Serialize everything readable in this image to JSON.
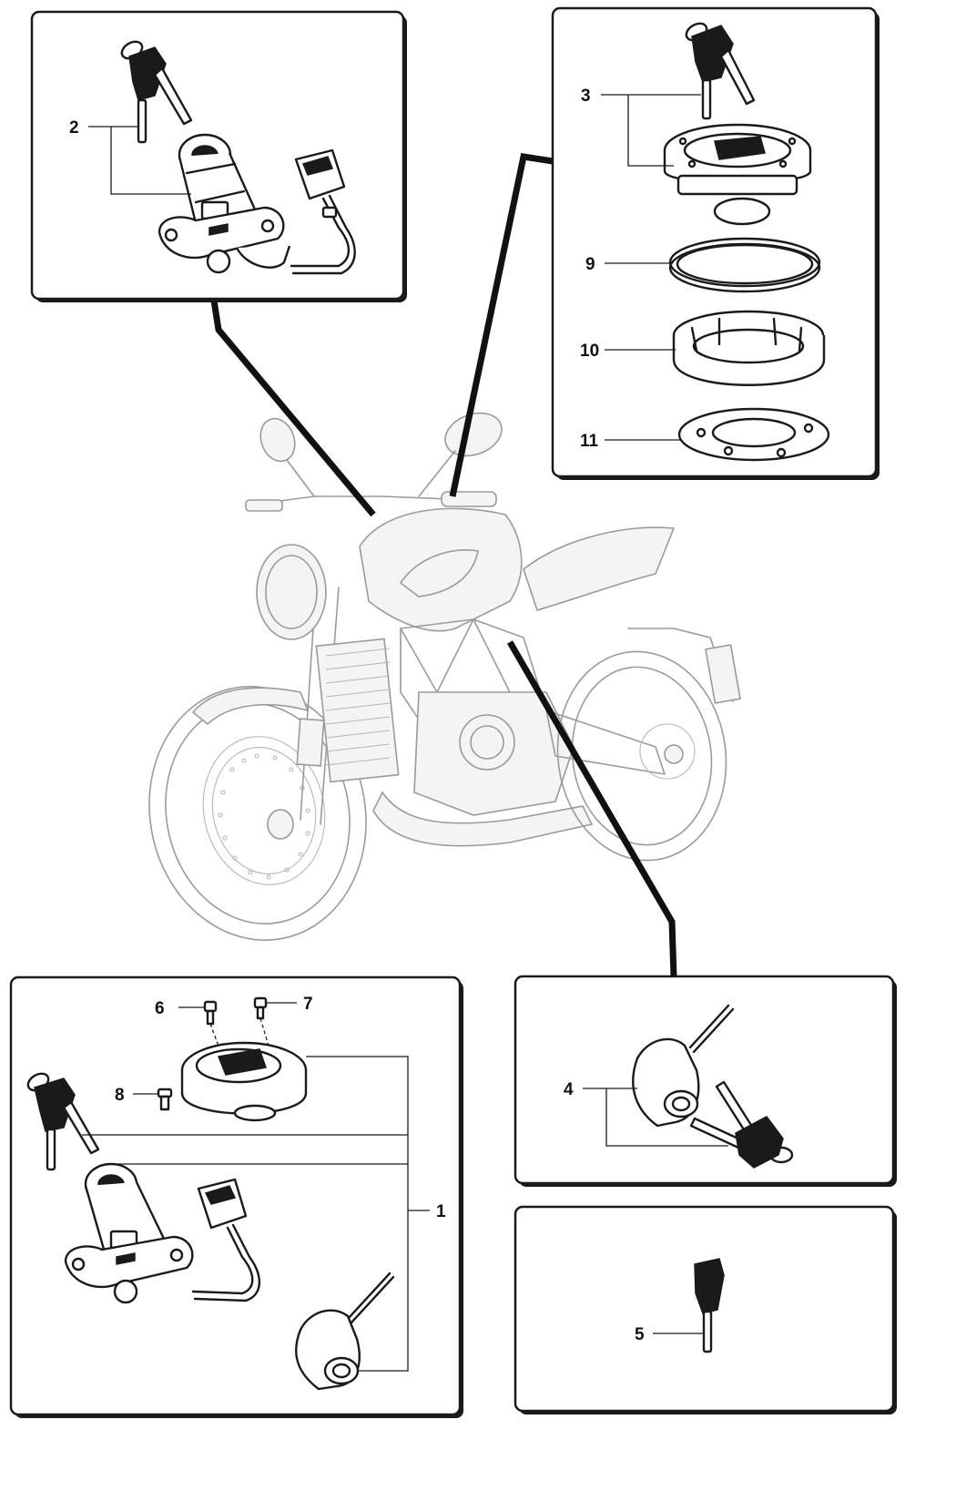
{
  "diagram": {
    "callouts": {
      "part_1": "1",
      "part_2": "2",
      "part_3": "3",
      "part_4": "4",
      "part_5": "5",
      "part_6": "6",
      "part_7": "7",
      "part_8": "8",
      "part_9": "9",
      "part_10": "10",
      "part_11": "11"
    },
    "colors": {
      "line": "#1a1a1a",
      "ghost": "#9a9a9a",
      "background": "#ffffff"
    }
  }
}
